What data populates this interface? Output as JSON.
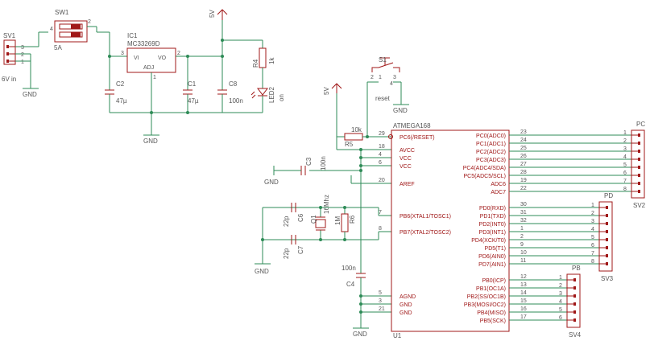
{
  "sv1": {
    "name": "SV1",
    "pins": [
      "3",
      "2",
      "1"
    ],
    "value": "6V in",
    "gnd": "GND"
  },
  "sw1": {
    "name": "SW1",
    "value": "5A",
    "pin_a": "4",
    "pin_b": "2"
  },
  "ic1": {
    "name": "IC1",
    "value": "MC33269D",
    "vi": "VI",
    "vo": "VO",
    "adj": "ADJ",
    "pin_vi": "3",
    "pin_vo": "2",
    "pin_adj": "1",
    "gnd": "GND"
  },
  "c2": {
    "name": "C2",
    "value": "47µ"
  },
  "c1": {
    "name": "C1",
    "value": "47µ"
  },
  "c8": {
    "name": "C8",
    "value": "100n"
  },
  "supply_top": {
    "label": "5V"
  },
  "r4": {
    "name": "R4",
    "value": "1k"
  },
  "led2": {
    "name": "LED2",
    "value": "on"
  },
  "s1": {
    "name": "S1",
    "value": "reset",
    "pins": [
      "2",
      "1",
      "3",
      "4"
    ],
    "gnd": "GND"
  },
  "supply_left": {
    "label": "5V"
  },
  "r5": {
    "name": "R5",
    "value": "10k"
  },
  "c3": {
    "name": "C3",
    "value": "100n",
    "gnd": "GND"
  },
  "c6": {
    "name": "C6",
    "value": "22p"
  },
  "c7": {
    "name": "C7",
    "value": "22p"
  },
  "q1": {
    "name": "Q1",
    "value": "16Mhz"
  },
  "r6": {
    "name": "R6",
    "value": "1M"
  },
  "c4": {
    "name": "C4",
    "value": "100n",
    "gnd": "GND"
  },
  "gnd_left": "GND",
  "u1": {
    "title": "ATMEGA168",
    "name": "U1",
    "left_pins": [
      {
        "num": "29",
        "label": "PC6(/RESET)"
      },
      {
        "num": "18",
        "label": "AVCC"
      },
      {
        "num": "4",
        "label": "VCC"
      },
      {
        "num": "6",
        "label": "VCC"
      },
      {
        "num": "20",
        "label": "AREF"
      },
      {
        "num": "7",
        "label": "PB6(XTAL1/TOSC1)"
      },
      {
        "num": "8",
        "label": "PB7(XTAL2/TOSC2)"
      },
      {
        "num": "5",
        "label": "AGND"
      },
      {
        "num": "3",
        "label": "GND"
      },
      {
        "num": "21",
        "label": "GND"
      }
    ],
    "right_pins": [
      {
        "num": "23",
        "label": "PC0(ADC0)"
      },
      {
        "num": "24",
        "label": "PC1(ADC1)"
      },
      {
        "num": "25",
        "label": "PC2(ADC2)"
      },
      {
        "num": "26",
        "label": "PC3(ADC3)"
      },
      {
        "num": "27",
        "label": "PC4(ADC4/SDA)"
      },
      {
        "num": "28",
        "label": "PC5(ADC5/SCL)"
      },
      {
        "num": "19",
        "label": "ADC6"
      },
      {
        "num": "22",
        "label": "ADC7"
      },
      {
        "num": "30",
        "label": "PD0(RXD)"
      },
      {
        "num": "31",
        "label": "PD1(TXD)"
      },
      {
        "num": "32",
        "label": "PD2(INT0)"
      },
      {
        "num": "1",
        "label": "PD3(INT1)"
      },
      {
        "num": "2",
        "label": "PD4(XCK/T0)"
      },
      {
        "num": "9",
        "label": "PD5(T1)"
      },
      {
        "num": "10",
        "label": "PD6(AIN0)"
      },
      {
        "num": "11",
        "label": "PD7(AIN1)"
      },
      {
        "num": "12",
        "label": "PB0(ICP)"
      },
      {
        "num": "13",
        "label": "PB1(OC1A)"
      },
      {
        "num": "14",
        "label": "PB2(SS/OC1B)"
      },
      {
        "num": "15",
        "label": "PB3(MOSI/OC2)"
      },
      {
        "num": "16",
        "label": "PB4(MISO)"
      },
      {
        "num": "17",
        "label": "PB5(SCK)"
      }
    ]
  },
  "pc": {
    "title": "PC",
    "name": "SV2",
    "pins": [
      "1",
      "2",
      "3",
      "4",
      "5",
      "6",
      "7",
      "8"
    ]
  },
  "pd": {
    "title": "PD",
    "name": "SV3",
    "pins": [
      "1",
      "2",
      "3",
      "4",
      "5",
      "6",
      "7",
      "8"
    ]
  },
  "pb": {
    "title": "PB",
    "name": "SV4",
    "pins": [
      "1",
      "2",
      "3",
      "4",
      "5",
      "6"
    ]
  }
}
